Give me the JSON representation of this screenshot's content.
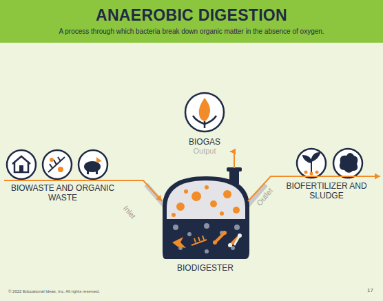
{
  "diagram": {
    "title": "ANAEROBIC DIGESTION",
    "caption": "A process through which bacteria break down organic matter in the absence of oxygen.",
    "nodes": [
      {
        "text": [
          "BIOWASTE AND ORGANIC WASTE"
        ]
      },
      {
        "text": [
          "BIODIGESTER"
        ]
      },
      {
        "text": [
          "BIOGAS",
          "Output"
        ]
      },
      {
        "text": [
          "BIOFERTILIZER AND SLUDGE"
        ]
      }
    ],
    "edges": [
      {
        "from": 0,
        "to": 1,
        "arrow": "to"
      },
      {
        "from": 1,
        "to": 2,
        "arrow": "to"
      },
      {
        "from": 1,
        "to": 3,
        "arrow": "to"
      }
    ],
    "labels": [
      "Inlet",
      "Outlet",
      "© 2022 Educational Ideas, Inc. All rights reserved.",
      "17"
    ]
  }
}
